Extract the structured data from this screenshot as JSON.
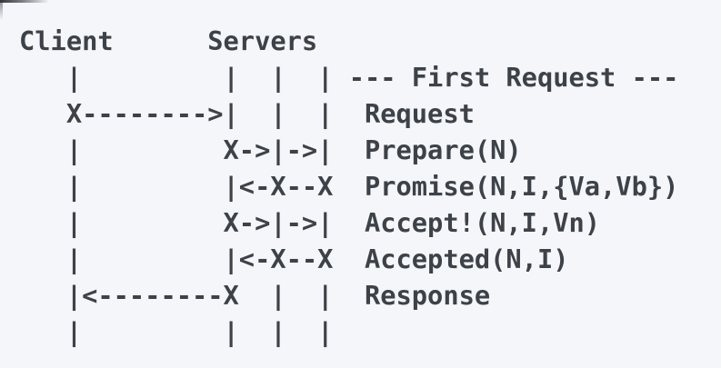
{
  "diagram": {
    "participants": [
      "Client",
      "Servers"
    ],
    "phase_label": "--- First Request ---",
    "messages": [
      "Request",
      "Prepare(N)",
      "Promise(N,I,{Va,Vb})",
      "Accept!(N,I,Vn)",
      "Accepted(N,I)",
      "Response"
    ],
    "ascii_lines": [
      "Client      Servers",
      "   |         |  |  | --- First Request ---",
      "   X-------->|  |  |  Request",
      "   |         X->|->|  Prepare(N)",
      "   |         |<-X--X  Promise(N,I,{Va,Vb})",
      "   |         X->|->|  Accept!(N,I,Vn)",
      "   |         |<-X--X  Accepted(N,I)",
      "   |<--------X  |  |  Response",
      "   |         |  |  |"
    ],
    "colors": {
      "text": "#3d4249",
      "background": "#f5f6f9"
    }
  }
}
